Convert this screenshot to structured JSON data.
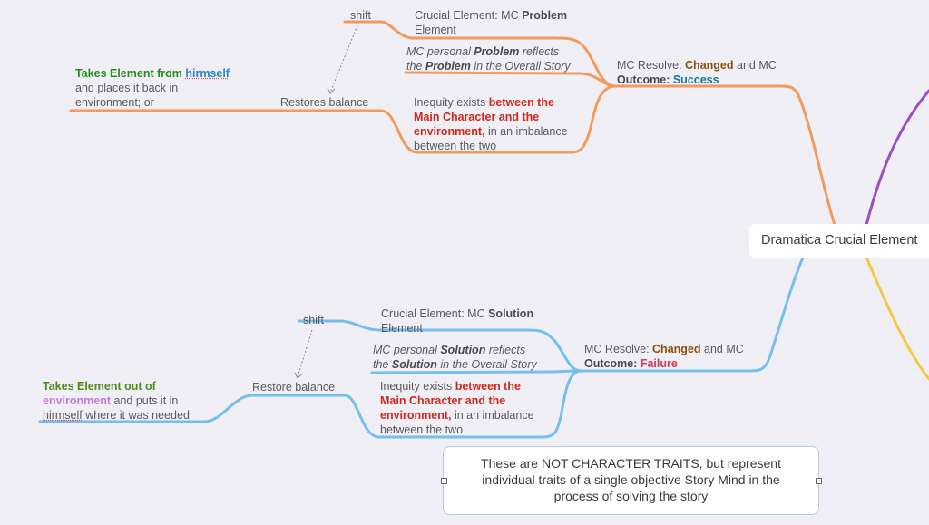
{
  "root": {
    "label": "Dramatica Crucial Element"
  },
  "colors": {
    "background": "#efeff5",
    "branch_problem": "#f39a5e",
    "branch_solution": "#74bff0",
    "branch_purple": "#9b4fc4",
    "branch_yellow": "#f5c842",
    "emphasis_red": "#d0281c",
    "changed_brown": "#8a4f0a",
    "success_teal": "#17789e",
    "failure_pink": "#d43a55"
  },
  "problem_branch": {
    "resolve": {
      "prefix": "MC Resolve: ",
      "resolve_value": "Changed",
      "middle": " and MC",
      "outcome_label": "Outcome",
      "colon": ": ",
      "outcome_value": "Success"
    },
    "crucial": {
      "prefix": "Crucial Element: MC ",
      "bold": "Problem",
      "line2": "Element"
    },
    "reflects": {
      "p1": "MC personal ",
      "b1": "Problem",
      "p2": " reflects",
      "p3": "the ",
      "b2": "Problem",
      "p4": " in the Overall Story"
    },
    "inequity": {
      "p1": "Inequity exists ",
      "r1": "between the",
      "r2": "Main Character and the",
      "r3": "environment,",
      "p2": " in an imbalance",
      "p3": "between the two"
    },
    "shift": "shift",
    "restores": "Restores balance",
    "takes": {
      "green": "Takes Element from ",
      "blue": "hirmself",
      "line2": "and places it back in",
      "line3": "environment; or"
    }
  },
  "solution_branch": {
    "resolve": {
      "prefix": "MC Resolve: ",
      "resolve_value": "Changed",
      "middle": " and MC",
      "outcome_label": "Outcome",
      "colon": ": ",
      "outcome_value": "Failure"
    },
    "crucial": {
      "prefix": "Crucial Element: MC ",
      "bold": "Solution",
      "line2": "Element"
    },
    "reflects": {
      "p1": "MC personal ",
      "b1": "Solution",
      "p2": " reflects",
      "p3": "the ",
      "b2": "Solution",
      "p4": " in the Overall Story"
    },
    "inequity": {
      "p1": "Inequity exists ",
      "r1": "between the",
      "r2": "Main Character and the",
      "r3": "environment,",
      "p2": " in an imbalance",
      "p3": "between the two"
    },
    "shift": "shift",
    "restore": "Restore balance",
    "takes": {
      "green": "Takes Element out of",
      "purple": "environment",
      "line2_rest": " and puts it in",
      "spell": "hirmself",
      "line3_rest": " where it was needed"
    }
  },
  "note": {
    "line1": "These are NOT CHARACTER TRAITS, but represent",
    "line2": "individual traits of a single objective Story Mind in the",
    "line3": "process of solving the story"
  }
}
